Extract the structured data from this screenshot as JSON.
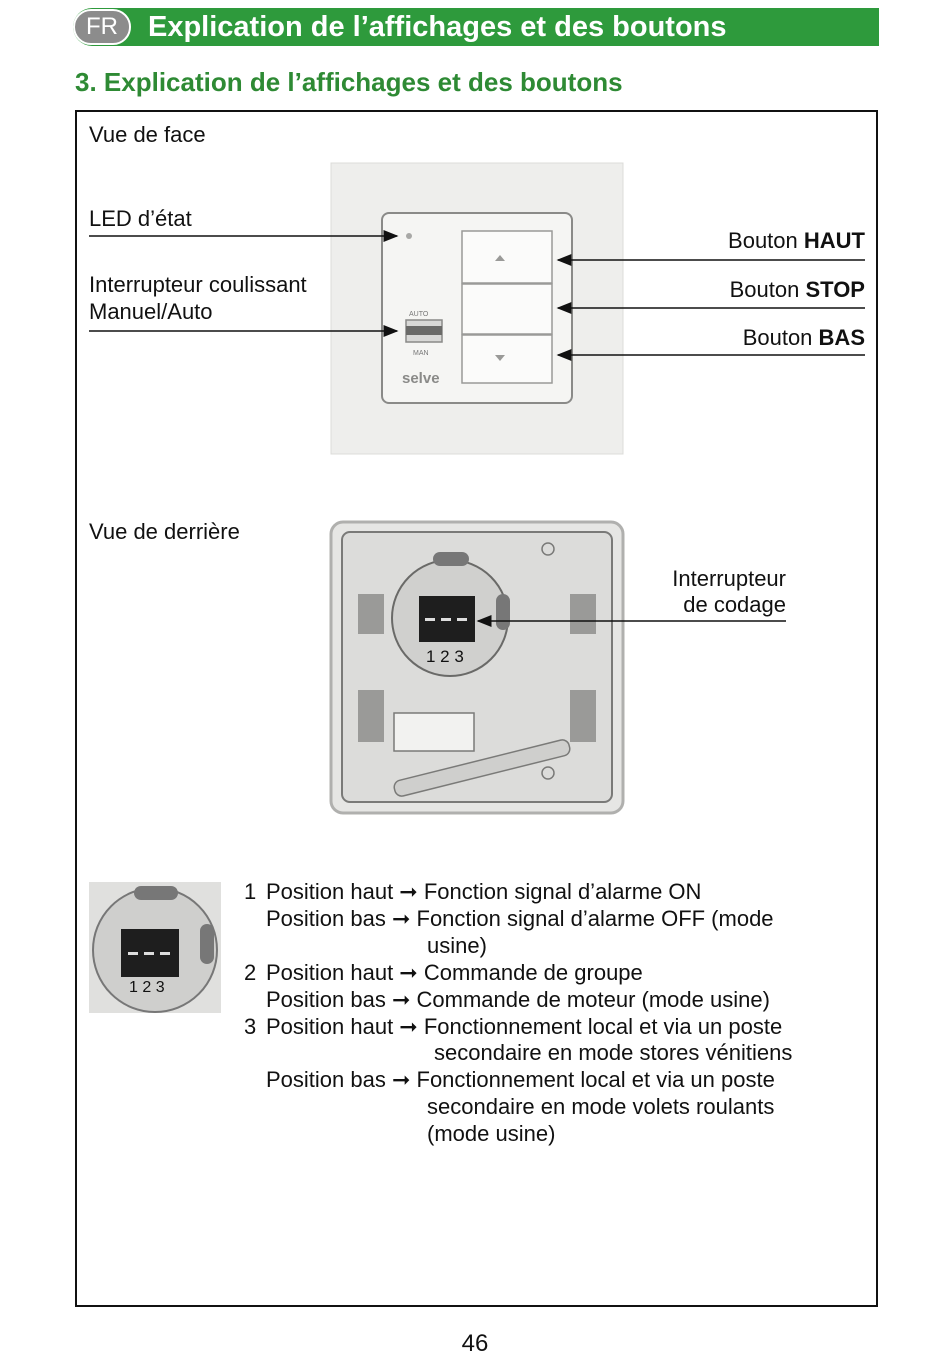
{
  "header": {
    "lang": "FR",
    "title": "Explication de l’affichages et des boutons"
  },
  "section": {
    "title": "3. Explication de l’affichages et des boutons"
  },
  "front_view": {
    "heading": "Vue de face",
    "led_label": "LED d’état",
    "slider_label_line1": "Interrupteur coulissant",
    "slider_label_line2": "Manuel/Auto",
    "btn_up_prefix": "Bouton",
    "btn_up_name": "HAUT",
    "btn_stop_prefix": "Bouton",
    "btn_stop_name": "STOP",
    "btn_down_prefix": "Bouton",
    "btn_down_name": "BAS",
    "device_text_auto": "AUTO",
    "device_text_man": "MAN",
    "device_brand": "selve"
  },
  "rear_view": {
    "heading": "Vue de derrière",
    "coding_label_line1": "Interrupteur",
    "coding_label_line2": "de codage",
    "dip_numbers": "1 2 3"
  },
  "legend": {
    "thumb_numbers": "1 2 3",
    "items": [
      {
        "num": "1",
        "lines": [
          "Position haut ➞ Fonction signal d’alarme ON",
          "Position bas ➞ Fonction signal d’alarme OFF (mode",
          "usine)"
        ]
      },
      {
        "num": "2",
        "lines": [
          "Position haut ➞ Commande de groupe",
          "Position bas ➞ Commande de moteur (mode usine)"
        ]
      },
      {
        "num": "3",
        "lines": [
          "Position haut ➞ Fonctionnement local et via un poste",
          "secondaire en mode stores vénitiens",
          "Position bas ➞ Fonctionnement local et via un poste",
          "secondaire en mode volets roulants",
          "(mode usine)"
        ]
      }
    ]
  },
  "page_number": "46"
}
